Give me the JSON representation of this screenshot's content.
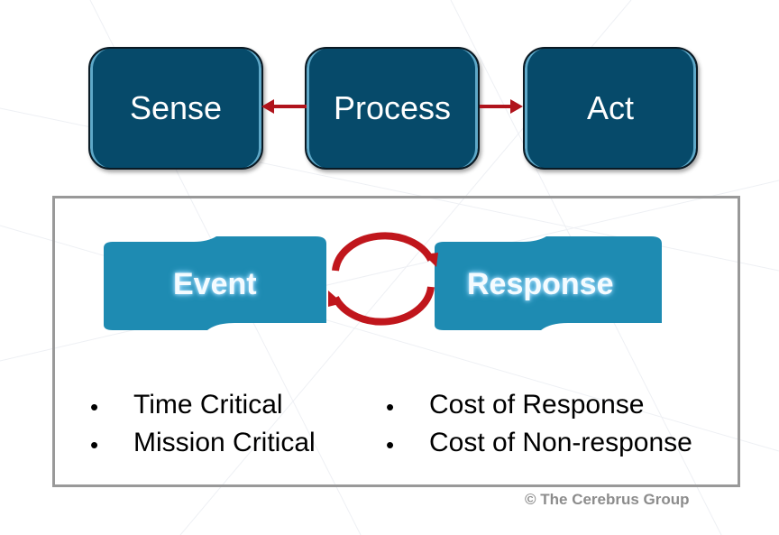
{
  "process_flow": {
    "boxes": [
      {
        "label": "Sense"
      },
      {
        "label": "Process"
      },
      {
        "label": "Act"
      }
    ],
    "box_color": "#064a6a",
    "arrow_color": "#b0141c"
  },
  "cycle": {
    "event_label": "Event",
    "response_label": "Response",
    "banner_color": "#1e8bb2",
    "cycle_arrow_color": "#c0161c"
  },
  "bullets": {
    "left": [
      "Time Critical",
      "Mission Critical"
    ],
    "right": [
      "Cost of Response",
      "Cost of Non-response"
    ],
    "bullet_glyph": "•"
  },
  "footer": {
    "copyright": "© The Cerebrus Group"
  }
}
